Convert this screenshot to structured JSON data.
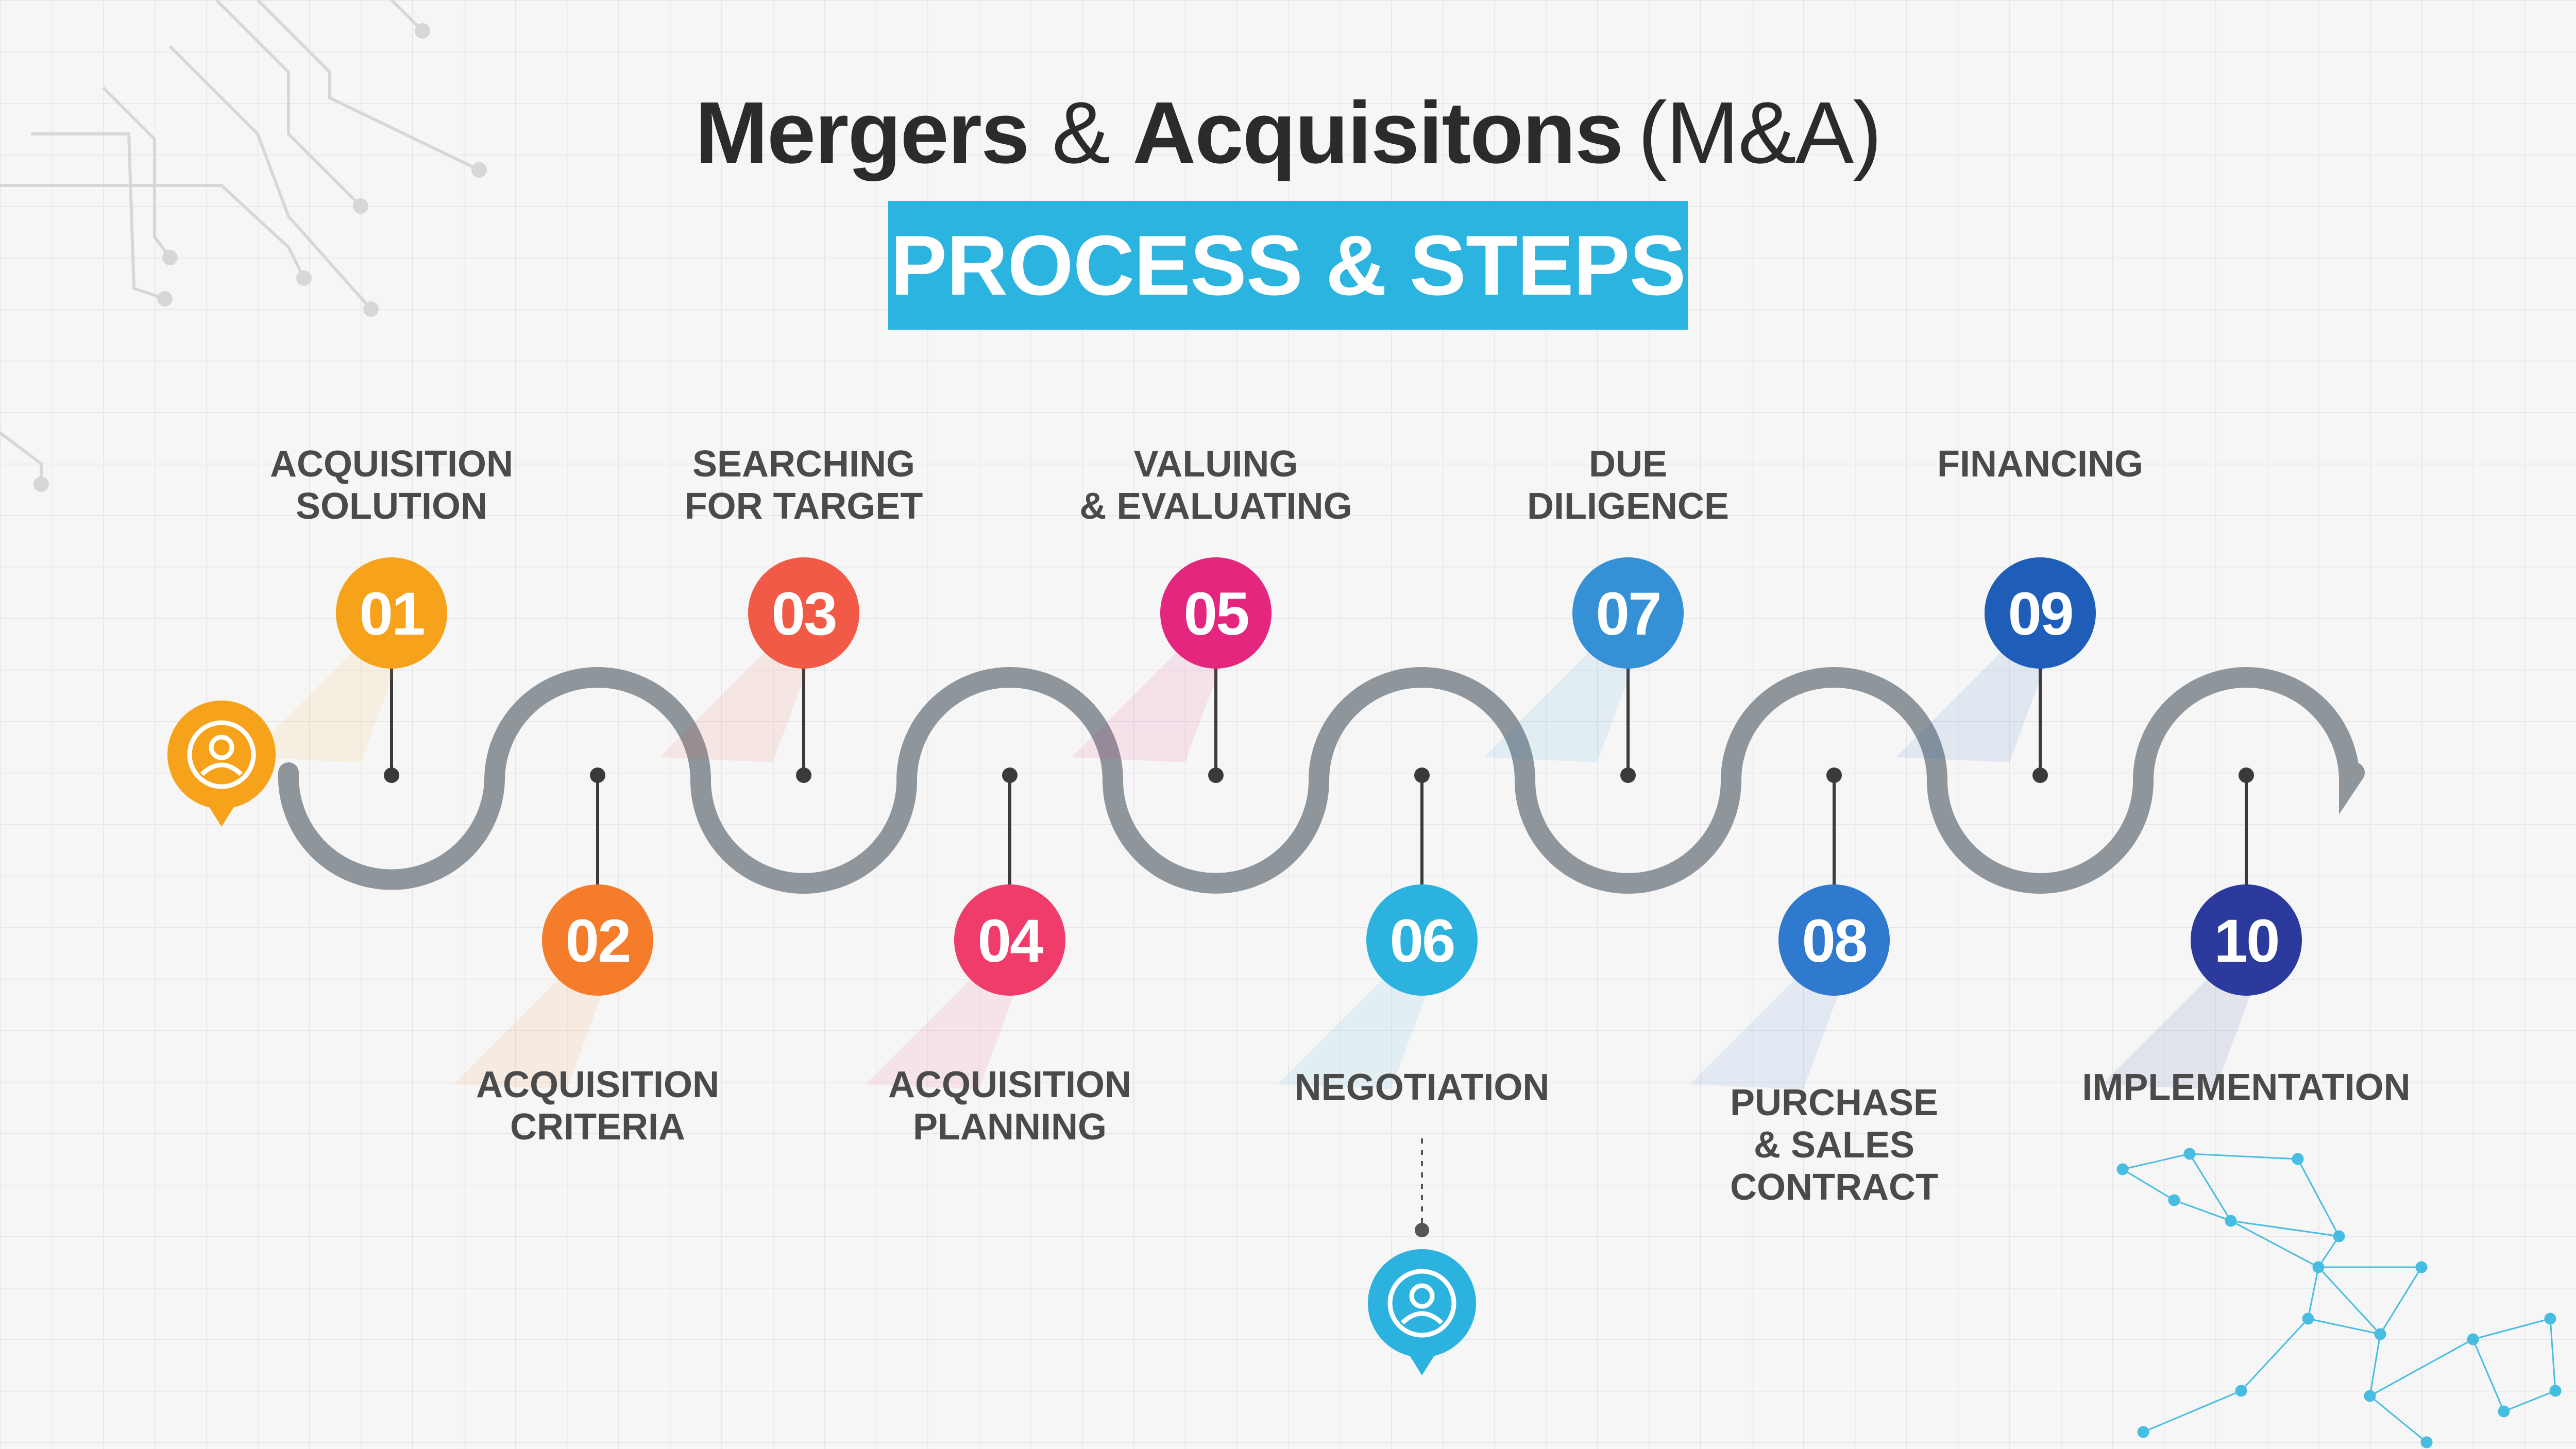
{
  "title": {
    "part1": "Mergers",
    "amp": "&",
    "part2": "Acquisitons",
    "part3": "(M&A)"
  },
  "banner": "PROCESS & STEPS",
  "steps": [
    {
      "num": "01",
      "lines": [
        "ACQUISITION",
        "SOLUTION"
      ],
      "color": "#f7a21b"
    },
    {
      "num": "02",
      "lines": [
        "ACQUISITION",
        "CRITERIA"
      ],
      "color": "#f47c2a"
    },
    {
      "num": "03",
      "lines": [
        "SEARCHING",
        "FOR TARGET"
      ],
      "color": "#f05a46"
    },
    {
      "num": "04",
      "lines": [
        "ACQUISITION",
        "PLANNING"
      ],
      "color": "#f03c6b"
    },
    {
      "num": "05",
      "lines": [
        "VALUING",
        "& EVALUATING"
      ],
      "color": "#e4267f"
    },
    {
      "num": "06",
      "lines": [
        "NEGOTIATION"
      ],
      "color": "#2cb2df"
    },
    {
      "num": "07",
      "lines": [
        "DUE",
        "DILIGENCE"
      ],
      "color": "#3590d6"
    },
    {
      "num": "08",
      "lines": [
        "PURCHASE",
        "& SALES",
        "CONTRACT"
      ],
      "color": "#2f79cf"
    },
    {
      "num": "09",
      "lines": [
        "FINANCING"
      ],
      "color": "#1e5eb8"
    },
    {
      "num": "10",
      "lines": [
        "IMPLEMENTATION"
      ],
      "color": "#2b3a9c"
    }
  ],
  "colors": {
    "wave": "#8e959b",
    "background": "#f6f6f7",
    "grid": "#e6e6e8",
    "start_marker": "#f7a21b",
    "end_marker": "#2cb2df",
    "network": "#2ab4df"
  },
  "icons": {
    "start_marker": "user-pin-icon",
    "end_marker": "user-pin-icon"
  }
}
